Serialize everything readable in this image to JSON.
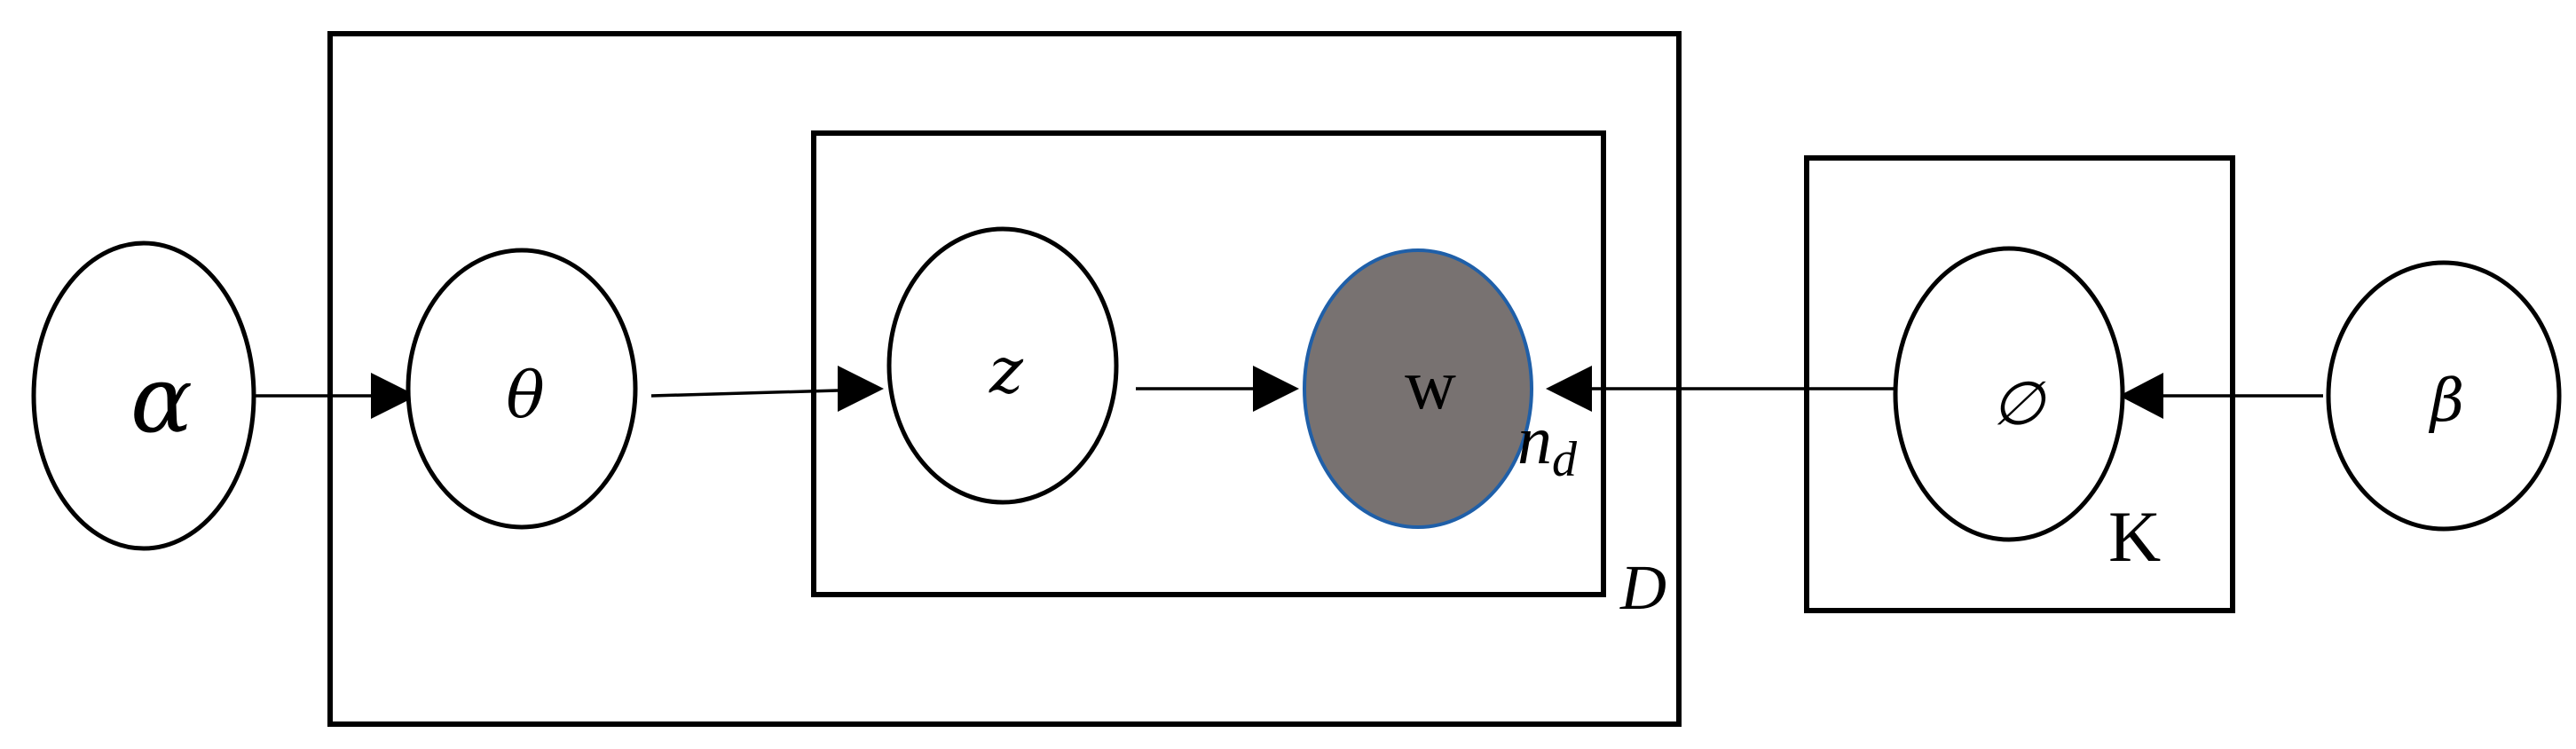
{
  "nodes": {
    "alpha": {
      "label": "α",
      "observed": false
    },
    "theta": {
      "label": "θ",
      "observed": false
    },
    "z": {
      "label": "z",
      "observed": false
    },
    "w": {
      "label": "w",
      "observed": true
    },
    "phi": {
      "label": "∅",
      "observed": false
    },
    "beta": {
      "label": "β",
      "observed": false
    }
  },
  "plates": {
    "documents": {
      "label": "D"
    },
    "words": {
      "label": "n",
      "subscript": "d"
    },
    "topics": {
      "label": "K"
    }
  },
  "edges": [
    {
      "from": "alpha",
      "to": "theta"
    },
    {
      "from": "theta",
      "to": "z"
    },
    {
      "from": "z",
      "to": "w"
    },
    {
      "from": "phi",
      "to": "w"
    },
    {
      "from": "beta",
      "to": "phi"
    }
  ],
  "colors": {
    "stroke": "#000000",
    "observed_fill": "#787271",
    "observed_stroke": "#1f5fa8",
    "background": "#ffffff"
  }
}
